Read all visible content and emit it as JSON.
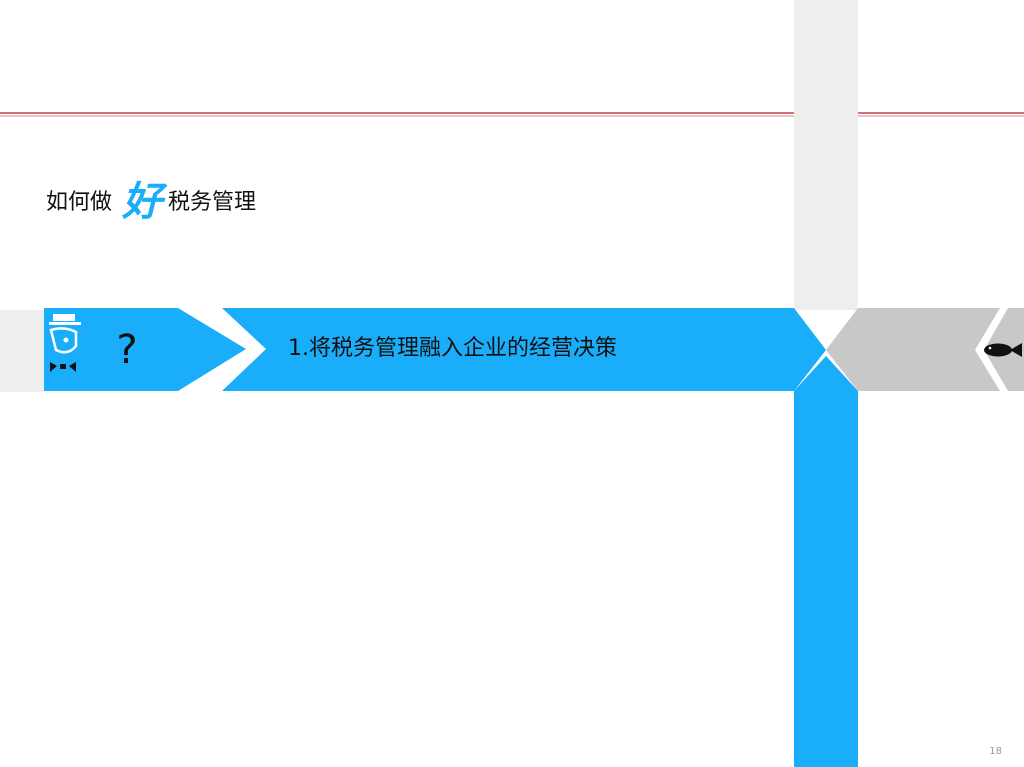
{
  "colors": {
    "accent_blue": "#1aaefa",
    "gray_band": "#c8c8c8",
    "light_gray": "#eeeeee",
    "rule_red": "#b3202a"
  },
  "title": {
    "prefix": "如何做",
    "highlight": "好",
    "suffix": "税务管理"
  },
  "step": {
    "question_mark": "?",
    "text": "1.将税务管理融入企业的经营决策"
  },
  "icons": {
    "figure": "hat-person-icon",
    "end": "fish-icon"
  },
  "page_number": "18"
}
